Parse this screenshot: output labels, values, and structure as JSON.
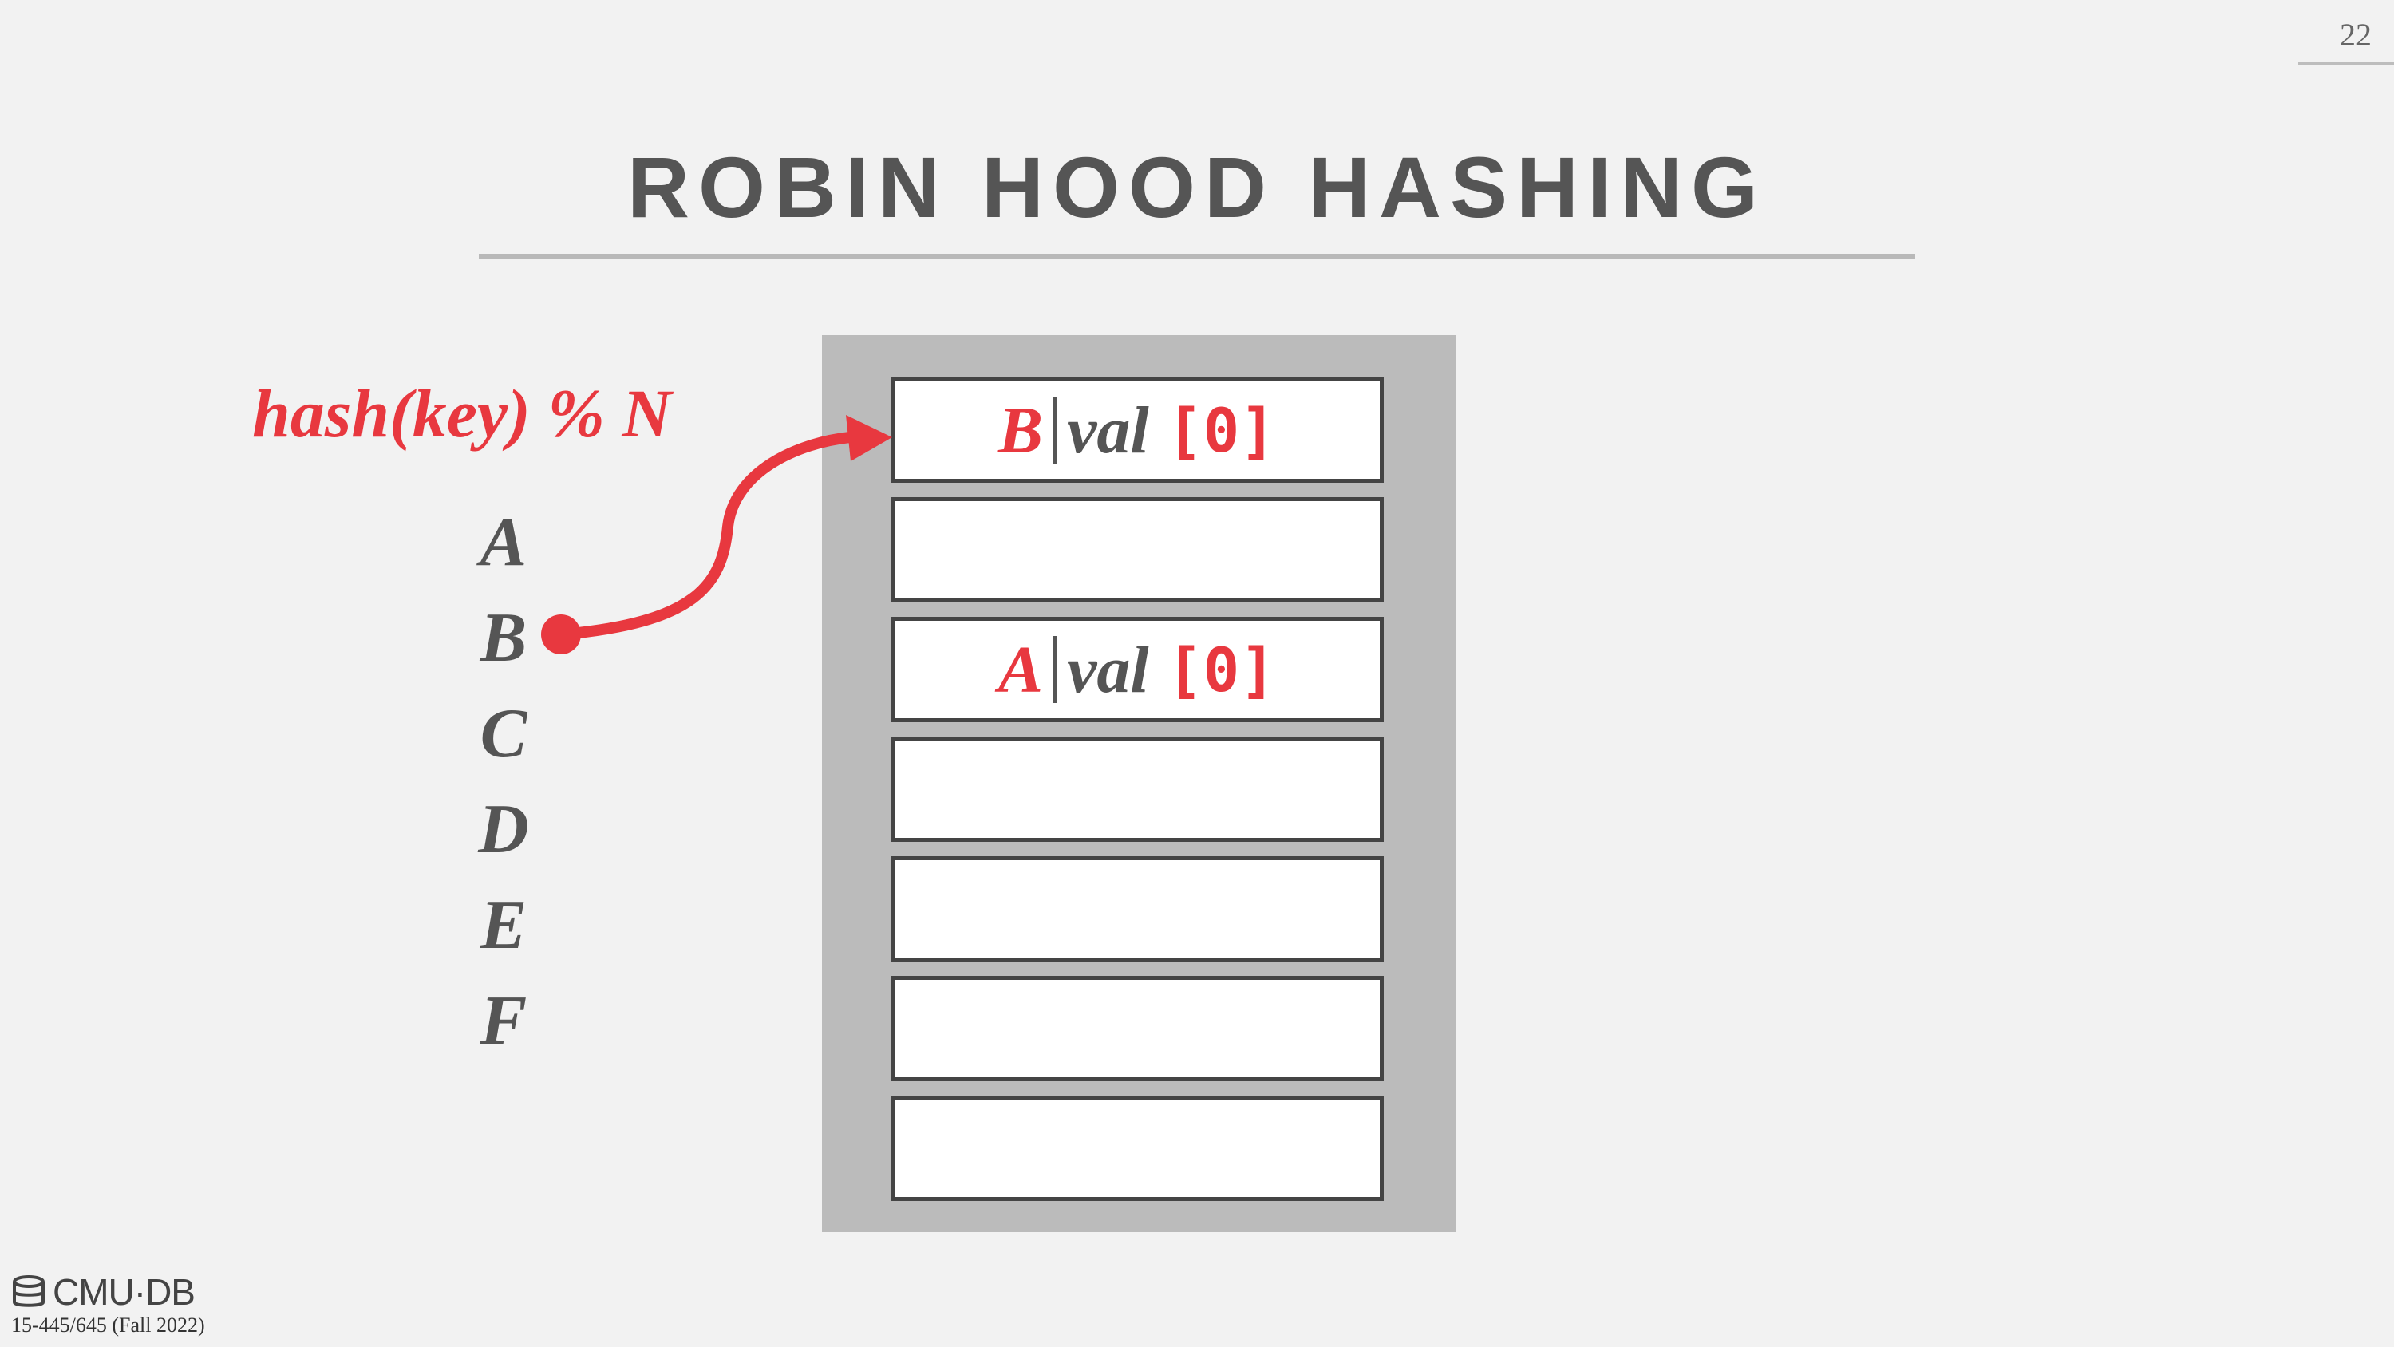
{
  "page_number": "22",
  "title": "ROBIN HOOD HASHING",
  "hash_function": "hash(key) % N",
  "keys": [
    "A",
    "B",
    "C",
    "D",
    "E",
    "F"
  ],
  "slots": [
    {
      "key": "B",
      "value_label": "val",
      "index": "[0]"
    },
    {
      "key": "",
      "value_label": "",
      "index": ""
    },
    {
      "key": "A",
      "value_label": "val",
      "index": "[0]"
    },
    {
      "key": "",
      "value_label": "",
      "index": ""
    },
    {
      "key": "",
      "value_label": "",
      "index": ""
    },
    {
      "key": "",
      "value_label": "",
      "index": ""
    },
    {
      "key": "",
      "value_label": "",
      "index": ""
    }
  ],
  "footer": {
    "logo_text": "CMU·DB",
    "course": "15-445/645 (Fall 2022)"
  },
  "colors": {
    "accent": "#e8383f",
    "text": "#555555",
    "table_bg": "#bbbbbb",
    "slide_bg": "#f2f2f2"
  }
}
